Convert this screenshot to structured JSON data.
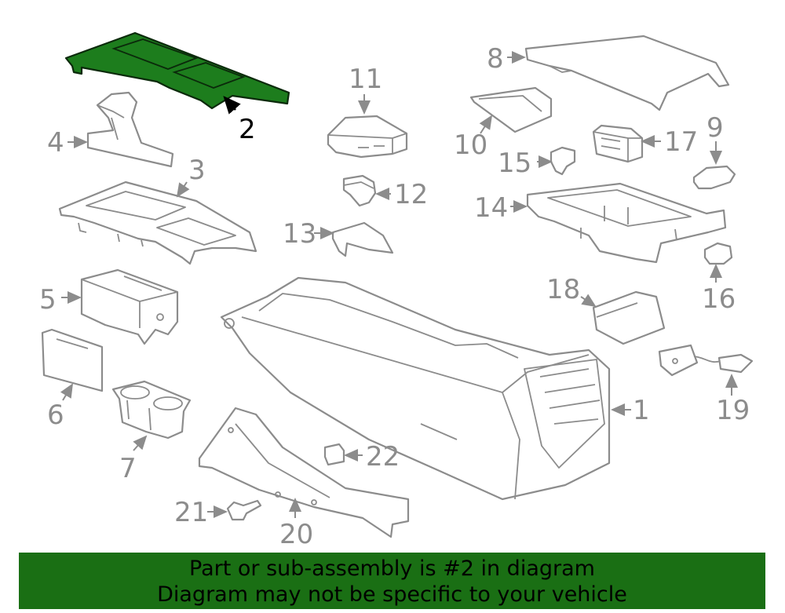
{
  "callouts": {
    "c1": "1",
    "c2": "2",
    "c3": "3",
    "c4": "4",
    "c5": "5",
    "c6": "6",
    "c7": "7",
    "c8": "8",
    "c9": "9",
    "c10": "10",
    "c11": "11",
    "c12": "12",
    "c13": "13",
    "c14": "14",
    "c15": "15",
    "c16": "16",
    "c17": "17",
    "c18": "18",
    "c19": "19",
    "c20": "20",
    "c21": "21",
    "c22": "22"
  },
  "highlight_color": "#1d7d1d",
  "banner": {
    "line1": "Part or sub-assembly is #2 in diagram",
    "line2": "Diagram may not be specific to your vehicle",
    "background": "#1a6f14"
  }
}
